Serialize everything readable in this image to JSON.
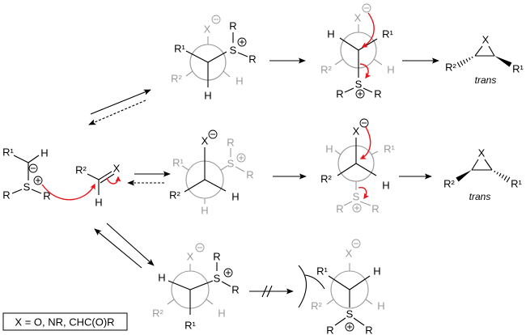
{
  "legend": {
    "text": "X = O, NR, CHC(O)R"
  },
  "colors": {
    "ink": "#000000",
    "faded": "#9a9a9a",
    "arrow_red": "#e8141b"
  },
  "ylide": {
    "r1": "R¹",
    "h": "H",
    "s": "S",
    "r_a": "R",
    "r_b": "R"
  },
  "carbonyl": {
    "r2": "R²",
    "x": "X",
    "h": "H"
  },
  "newman_top": {
    "x": "X",
    "r1": "R¹",
    "s": "S",
    "r_a": "R",
    "r_b": "R",
    "r2": "R²",
    "h_back": "H",
    "h_front": "H"
  },
  "newman_top_rotated": {
    "x": "X",
    "h_front": "H",
    "r1": "R¹",
    "s": "S",
    "r_a": "R",
    "r_b": "R",
    "r2": "R²",
    "h_back": "H"
  },
  "newman_mid": {
    "x": "X",
    "r2": "R²",
    "h_front": "H",
    "r1": "R¹",
    "s": "S",
    "r_a": "R",
    "r_b": "R",
    "h_back": "H"
  },
  "newman_mid_rotated": {
    "x": "X",
    "r2": "R²",
    "h_front": "H",
    "h_back": "H",
    "r1": "R¹",
    "s": "S",
    "r_a": "R",
    "r_b": "R"
  },
  "newman_bottom": {
    "h_front": "H",
    "s": "S",
    "r_a": "R",
    "r_b": "R",
    "r1": "R¹",
    "x": "X",
    "r2": "R²",
    "h_back": "H"
  },
  "newman_bottom_rotated": {
    "r1": "R¹",
    "h_front": "H",
    "s": "S",
    "r_a": "R",
    "r_b": "R",
    "x": "X",
    "r2": "R²",
    "h_back": "H"
  },
  "product_top": {
    "x": "X",
    "r1": "R¹",
    "r2": "R²",
    "stereo": "trans"
  },
  "product_mid": {
    "x": "X",
    "r1": "R¹",
    "r2": "R²",
    "stereo": "trans"
  }
}
